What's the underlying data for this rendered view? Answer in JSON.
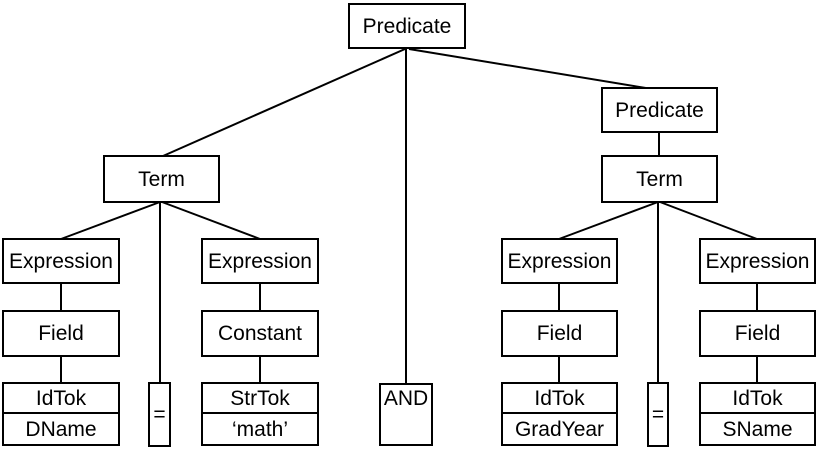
{
  "tree": {
    "root": {
      "label": "Predicate"
    },
    "and": {
      "label": "AND"
    },
    "left": {
      "term": "Term",
      "eq": "=",
      "lhs": {
        "expression": "Expression",
        "field": "Field",
        "token": {
          "type": "IdTok",
          "value": "DName"
        }
      },
      "rhs": {
        "expression": "Expression",
        "constant": "Constant",
        "token": {
          "type": "StrTok",
          "value": "‘math’"
        }
      }
    },
    "right": {
      "predicate": "Predicate",
      "term": "Term",
      "eq": "=",
      "lhs": {
        "expression": "Expression",
        "field": "Field",
        "token": {
          "type": "IdTok",
          "value": "GradYear"
        }
      },
      "rhs": {
        "expression": "Expression",
        "field": "Field",
        "token": {
          "type": "IdTok",
          "value": "SName"
        }
      }
    }
  },
  "colors": {
    "background": "#ffffff",
    "box_border": "#000000",
    "line": "#000000",
    "text": "#000000"
  }
}
